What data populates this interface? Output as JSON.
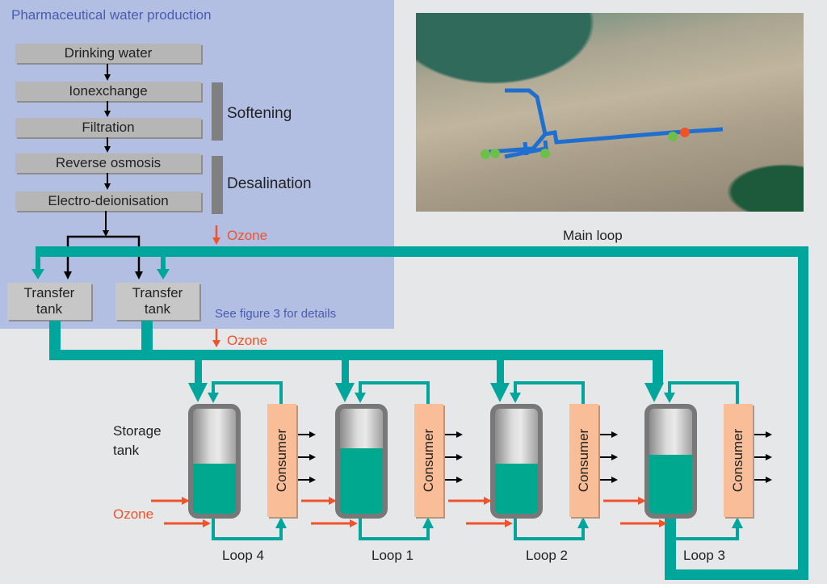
{
  "production": {
    "title": "Pharmaceutical water production",
    "steps": [
      "Drinking water",
      "Ionexchange",
      "Filtration",
      "Reverse osmosis",
      "Electro-deionisation"
    ],
    "groups": [
      {
        "label": "Softening"
      },
      {
        "label": "Desalination"
      }
    ],
    "transfer_tanks": [
      {
        "line1": "Transfer",
        "line2": "tank"
      },
      {
        "line1": "Transfer",
        "line2": "tank"
      }
    ],
    "note": "See figure 3 for details"
  },
  "ozone_label": "Ozone",
  "photo": {
    "caption": "Main loop"
  },
  "storage_label": {
    "line1": "Storage",
    "line2": "tank"
  },
  "loops": [
    {
      "label": "Loop 4",
      "fill_percent": 48,
      "consumer": "Consumer"
    },
    {
      "label": "Loop  1",
      "fill_percent": 62,
      "consumer": "Consumer"
    },
    {
      "label": "Loop  2",
      "fill_percent": 48,
      "consumer": "Consumer"
    },
    {
      "label": "Loop  3",
      "fill_percent": 56,
      "consumer": "Consumer"
    }
  ],
  "colors": {
    "pipe": "#00a59b",
    "ozone": "#f0522a",
    "water": "#00a88f",
    "panel": "#b2bfe2",
    "consumer": "#f9be98"
  }
}
